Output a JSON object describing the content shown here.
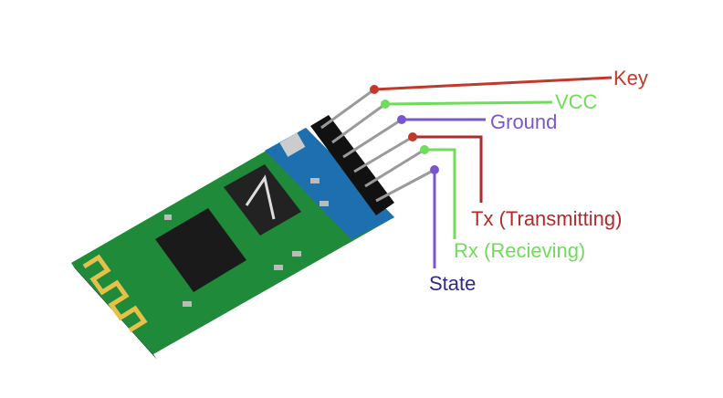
{
  "pins": [
    {
      "label": "Key",
      "color": "#c0392b"
    },
    {
      "label": "VCC",
      "color": "#6fdc5a"
    },
    {
      "label": "Ground",
      "color": "#7a55d0"
    },
    {
      "label": "Tx (Transmitting)",
      "color": "#b22a2a"
    },
    {
      "label": "Rx (Recieving)",
      "color": "#6fdc5a"
    },
    {
      "label": "State",
      "color": "#2e2a8c"
    }
  ]
}
